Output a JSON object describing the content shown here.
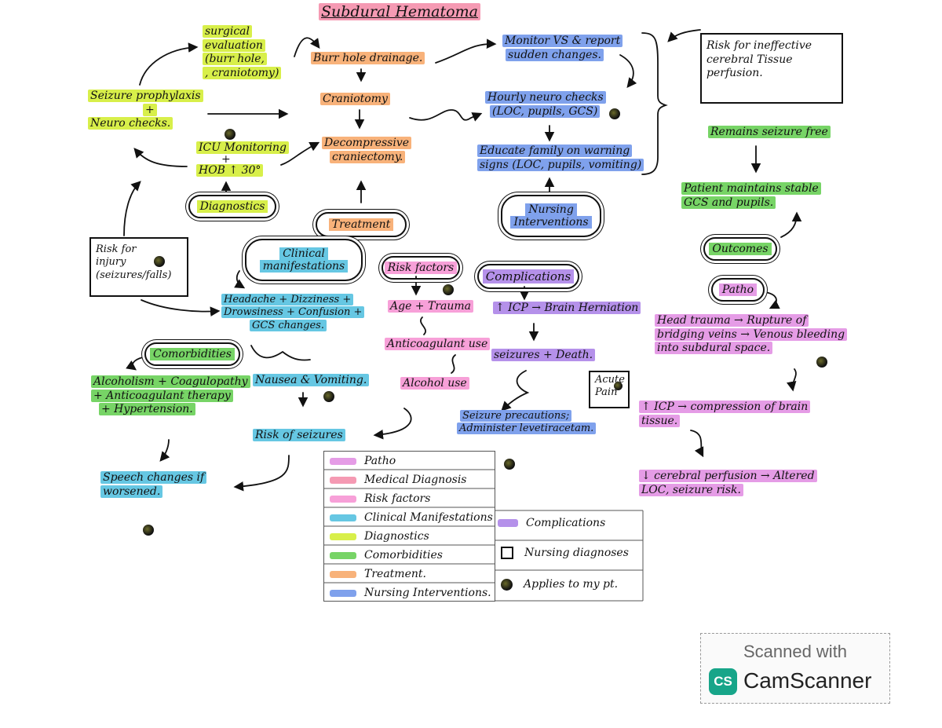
{
  "colors": {
    "patho": "#e59ce6",
    "medical_diagnosis": "#f59ab3",
    "risk_factors": "#f7a0d8",
    "clinical_manifestations": "#66c7e3",
    "diagnostics": "#d8ef4a",
    "comorbidities": "#77d466",
    "treatment": "#f8b27a",
    "nursing_interventions": "#7fa1ec",
    "complications": "#b591ea"
  },
  "title": "Subdural Hematoma",
  "nodes": {
    "surgical_eval": [
      "surgical",
      "evaluation",
      "(burr hole,",
      ", craniotomy)"
    ],
    "seizure_prophylaxis": [
      "Seizure prophylaxis",
      "+",
      "Neuro checks."
    ],
    "icu": [
      "ICU Monitoring",
      "+",
      "HOB ↑ 30°"
    ],
    "diagnostics_cloud": "Diagnostics",
    "burr_hole": "Burr hole drainage.",
    "craniotomy": "Craniotomy",
    "decompressive": [
      "Decompressive",
      "craniectomy."
    ],
    "treatment_cloud": "Treatment",
    "monitor_vs": [
      "Monitor VS & report",
      "sudden changes."
    ],
    "hourly_neuro": [
      "Hourly neuro checks",
      "(LOC, pupils, GCS)"
    ],
    "educate": [
      "Educate family on warning",
      "signs (LOC, pupils, vomiting)"
    ],
    "nursing_cloud": [
      "Nursing",
      "Interventions"
    ],
    "risk_ineffective": [
      "Risk for ineffective",
      "cerebral Tissue",
      "perfusion."
    ],
    "remains_seizure_free": "Remains seizure free",
    "maintains_gcs": [
      "Patient maintains stable",
      "GCS and pupils."
    ],
    "outcomes_cloud": "Outcomes",
    "patho_cloud": "Patho",
    "patho_text": [
      "Head trauma → Rupture of",
      "bridging veins → Venous bleeding",
      "into subdural space."
    ],
    "icp_compression": [
      "↑ ICP → compression of brain",
      "tissue."
    ],
    "cerebral_perfusion": [
      "↓ cerebral perfusion → Altered",
      "LOC, seizure risk."
    ],
    "risk_injury": [
      "Risk for",
      "injury",
      "(seizures/falls)"
    ],
    "clinical_cloud": [
      "Clinical",
      "manifestations"
    ],
    "headache": [
      "Headache + Dizziness +",
      "Drowsiness + Confusion +",
      "GCS changes."
    ],
    "nausea": "Nausea & Vomiting.",
    "risk_seizures": "Risk of seizures",
    "comorbidities_cloud": "Comorbidities",
    "comorb_text": [
      "Alcoholism + Coagulopathy",
      "+ Anticoagulant therapy",
      "+ Hypertension."
    ],
    "speech": [
      "Speech changes if",
      "worsened."
    ],
    "risk_factors_cloud": "Risk factors",
    "age_trauma": "Age + Trauma",
    "anticoag_use": "Anticoagulant use",
    "alcohol_use": "Alcohol use",
    "complications_cloud": "Complications",
    "icp_herniation": "↑ ICP → Brain Herniation",
    "seizures_death": "seizures + Death.",
    "acute_pain": [
      "Acute",
      "Pain"
    ],
    "seizure_precautions": [
      "Seizure precautions;",
      "Administer levetiracetam."
    ]
  },
  "legend": {
    "items": [
      {
        "label": "Patho",
        "color": "#e59ce6"
      },
      {
        "label": "Medical Diagnosis",
        "color": "#f59ab3"
      },
      {
        "label": "Risk factors",
        "color": "#f7a0d8"
      },
      {
        "label": "Clinical Manifestations",
        "color": "#66c7e3"
      },
      {
        "label": "Diagnostics",
        "color": "#d8ef4a"
      },
      {
        "label": "Comorbidities",
        "color": "#77d466"
      },
      {
        "label": "Treatment.",
        "color": "#f8b27a"
      },
      {
        "label": "Nursing Interventions.",
        "color": "#7fa1ec"
      }
    ],
    "complications": "Complications",
    "nursing_diagnoses": "Nursing diagnoses",
    "applies": "Applies to my pt."
  },
  "watermark": {
    "top": "Scanned with",
    "logo": "CS",
    "name": "CamScanner"
  }
}
